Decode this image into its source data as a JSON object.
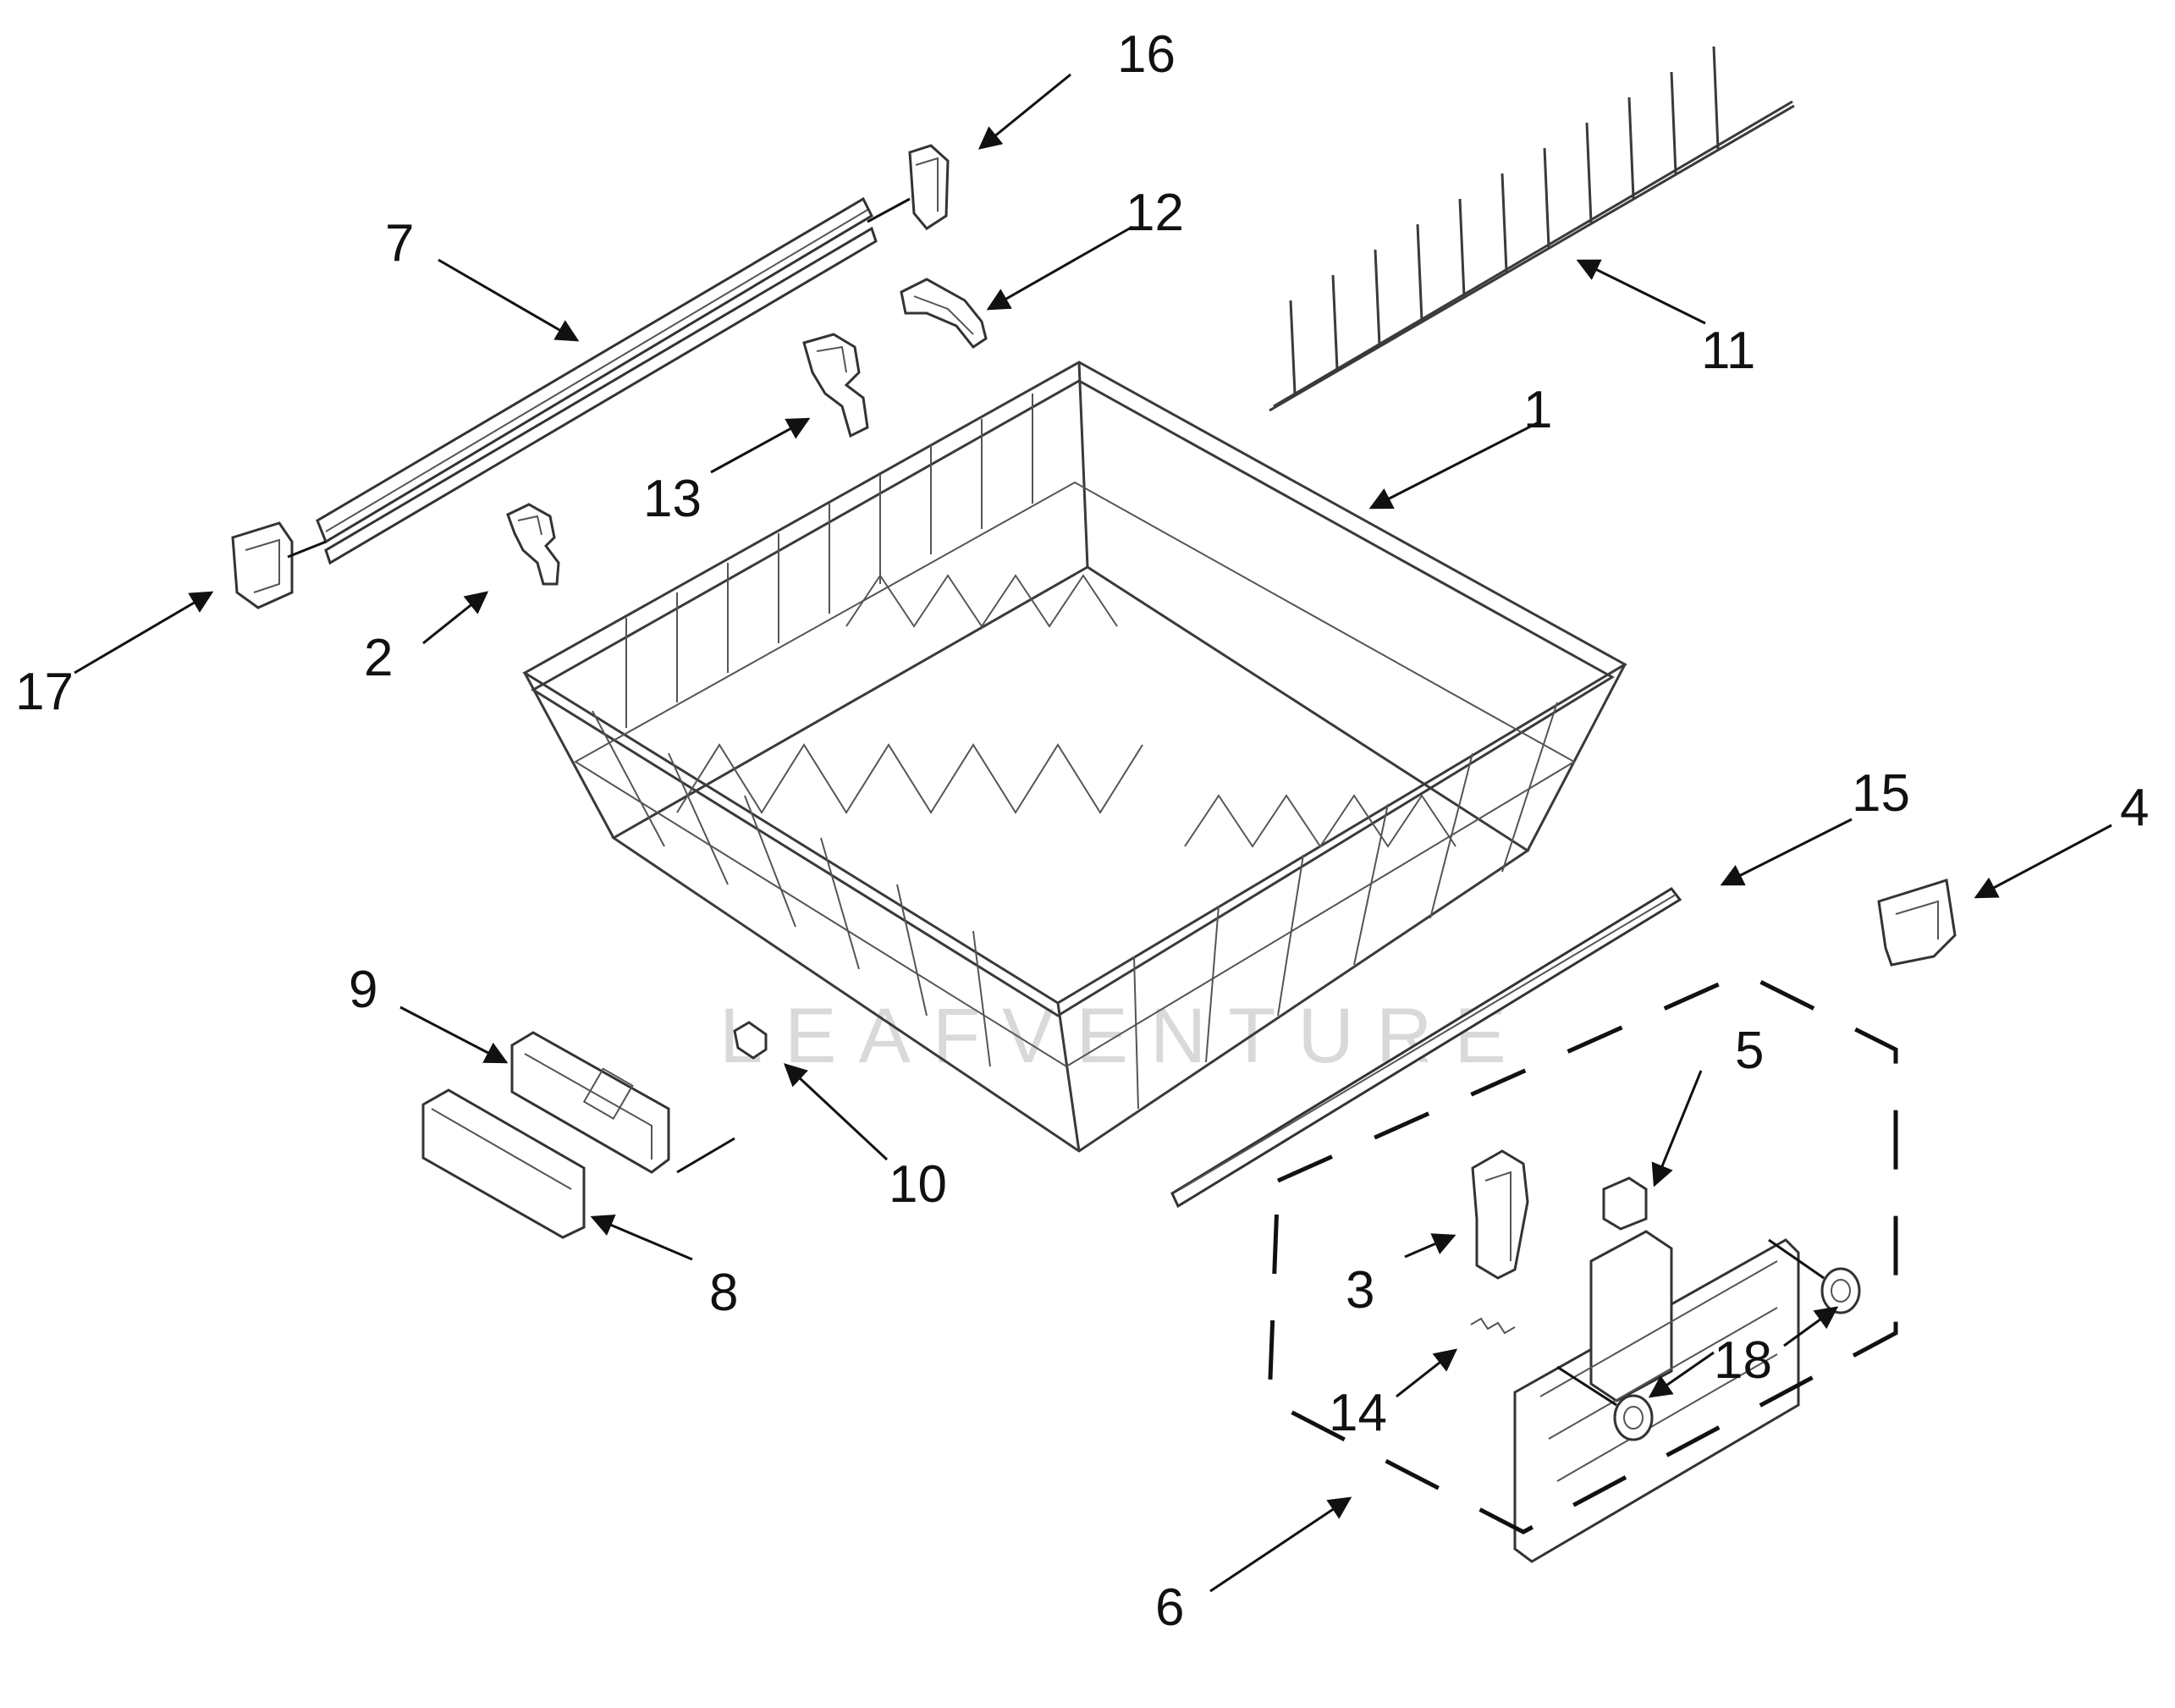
{
  "diagram": {
    "watermark": "LEAFVENTURE",
    "callouts": {
      "c1": "1",
      "c2": "2",
      "c3": "3",
      "c4": "4",
      "c5": "5",
      "c6": "6",
      "c7": "7",
      "c8": "8",
      "c9": "9",
      "c10": "10",
      "c11": "11",
      "c12": "12",
      "c13": "13",
      "c14": "14",
      "c15": "15",
      "c16": "16",
      "c17": "17",
      "c18": "18"
    }
  }
}
